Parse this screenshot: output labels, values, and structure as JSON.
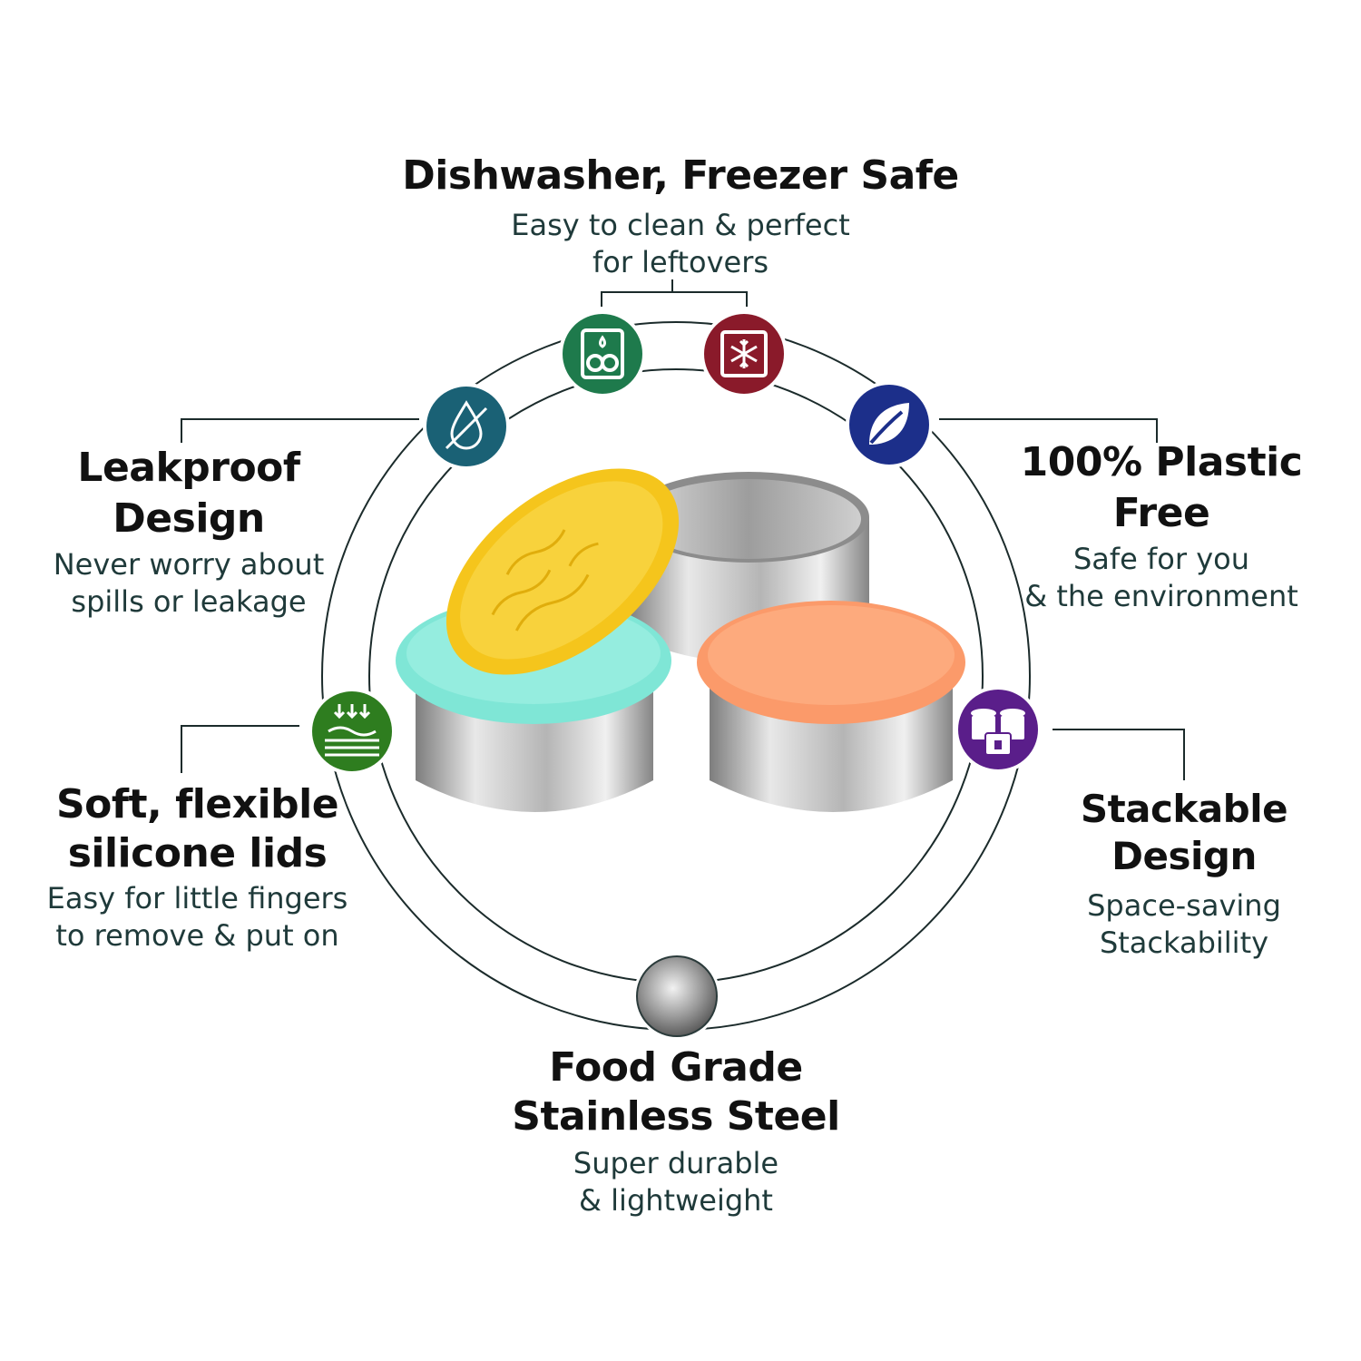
{
  "features": {
    "dishwasher": {
      "title": "Dishwasher, Freezer Safe",
      "desc_line1": "Easy to clean & perfect",
      "desc_line2": "for leftovers"
    },
    "leakproof": {
      "title": "Leakproof Design",
      "desc_line1": "Never worry about",
      "desc_line2": "spills or leakage"
    },
    "plastic_free": {
      "title": "100% Plastic Free",
      "desc_line1": "Safe for you",
      "desc_line2": "& the environment"
    },
    "silicone": {
      "title_line1": "Soft, flexible",
      "title_line2": "silicone lids",
      "desc_line1": "Easy for little fingers",
      "desc_line2": "to remove & put on"
    },
    "stackable": {
      "title": "Stackable Design",
      "desc_line1": "Space-saving",
      "desc_line2": "Stackability"
    },
    "steel": {
      "title_line1": "Food Grade",
      "title_line2": "Stainless Steel",
      "desc_line1": "Super durable",
      "desc_line2": "& lightweight"
    }
  },
  "icons": {
    "dishwasher": {
      "name": "dishwasher-icon",
      "color": "#1e7a4c"
    },
    "freezer": {
      "name": "snowflake-icon",
      "color": "#8a1a2a"
    },
    "leakproof": {
      "name": "water-drop-icon",
      "color": "#1a6175"
    },
    "plastic_free": {
      "name": "leaf-icon",
      "color": "#1c2f8a"
    },
    "silicone": {
      "name": "flexible-lid-icon",
      "color": "#2e7d1f"
    },
    "stackable": {
      "name": "stack-icon",
      "color": "#5a1e8a"
    },
    "steel": {
      "name": "steel-disc-icon",
      "color": "#8a8a8a"
    }
  },
  "product": {
    "lid_colors": {
      "yellow": "#f5c51c",
      "mint": "#7fe6d6",
      "peach": "#fb9a6a"
    }
  }
}
